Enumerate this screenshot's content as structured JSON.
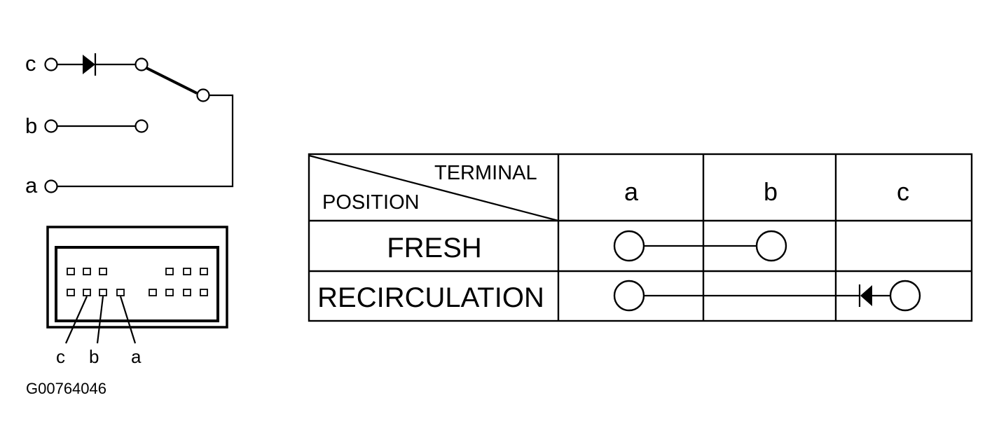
{
  "schematic": {
    "terminals": [
      {
        "label": "c"
      },
      {
        "label": "b"
      },
      {
        "label": "a"
      }
    ]
  },
  "connector": {
    "pin_labels": [
      "c",
      "b",
      "a"
    ]
  },
  "figure_code": "G00764046",
  "table": {
    "header_terminal": "TERMINAL",
    "header_position": "POSITION",
    "columns": [
      "a",
      "b",
      "c"
    ],
    "rows": [
      {
        "label": "FRESH",
        "connection": "a-b continuity"
      },
      {
        "label": "RECIRCULATION",
        "connection": "a-c via diode"
      }
    ]
  }
}
